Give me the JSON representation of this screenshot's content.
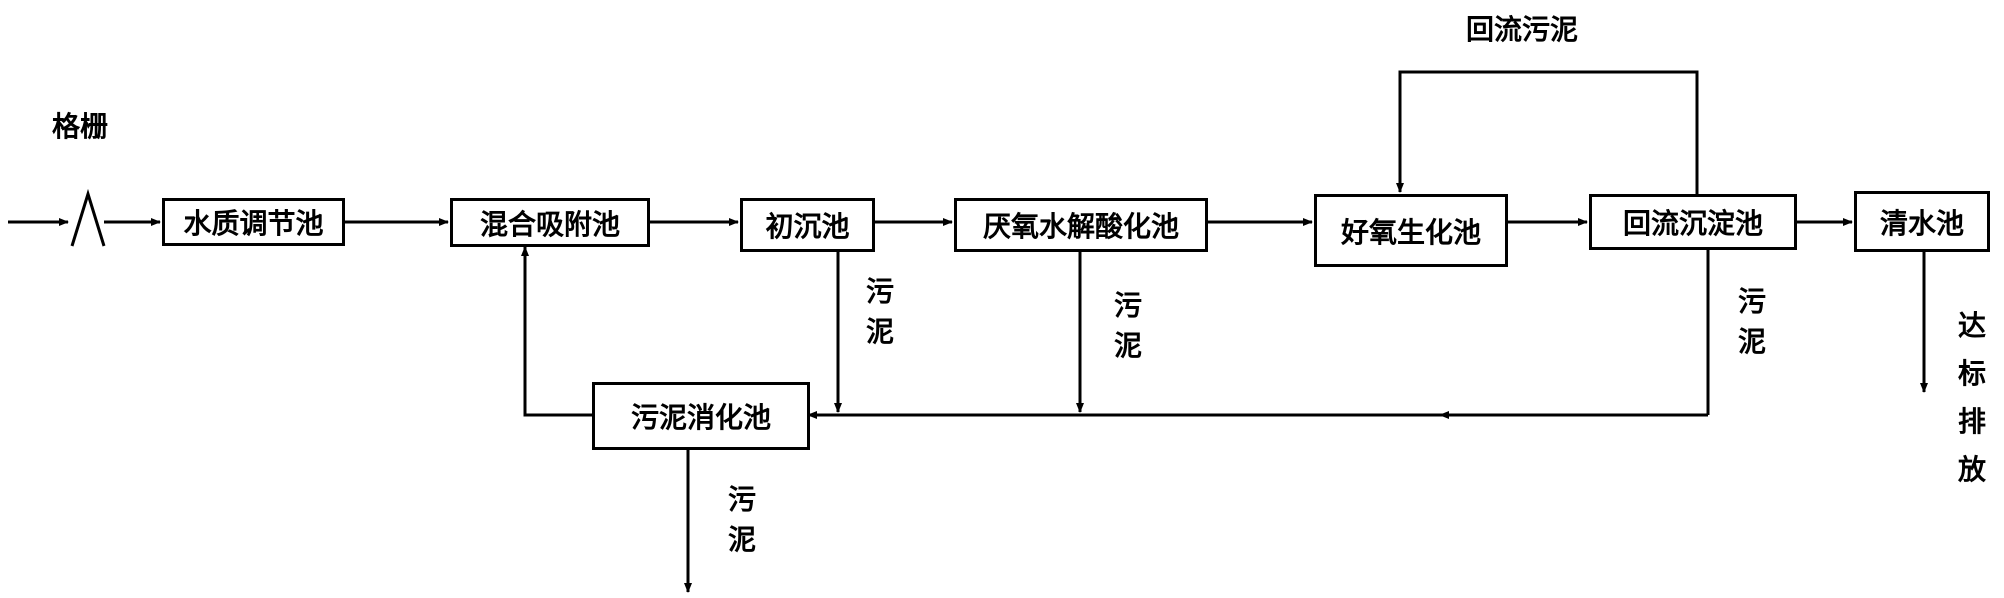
{
  "labels": {
    "grille": "格栅",
    "return_sludge": "回流污泥",
    "sludge": "污泥",
    "discharge": "达标排放"
  },
  "boxes": {
    "regulating_tank": "水质调节池",
    "mixing_adsorption_tank": "混合吸附池",
    "primary_sedimentation_tank": "初沉池",
    "anaerobic_hydrolysis_tank": "厌氧水解酸化池",
    "aerobic_tank": "好氧生化池",
    "return_sedimentation_tank": "回流沉淀池",
    "clear_water_tank": "清水池",
    "sludge_digestion_tank": "污泥消化池"
  }
}
